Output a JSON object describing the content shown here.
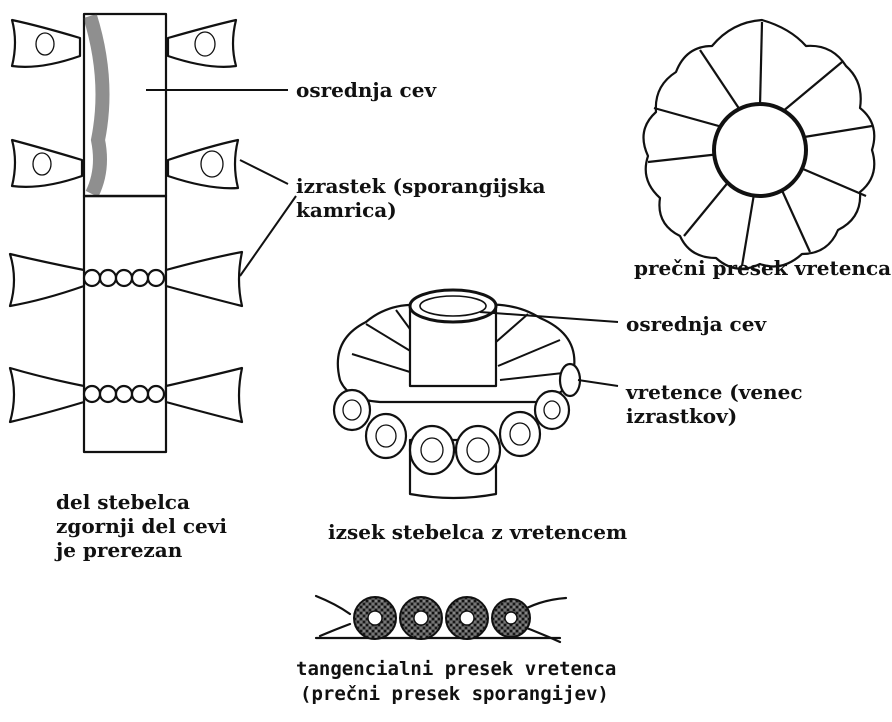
{
  "labels": {
    "osrednja_cev_1": "osrednja cev",
    "izrastek_line1": "izrastek (sporangijska",
    "izrastek_line2": "kamrica)",
    "precni_presek": "prečni presek vretenca",
    "osrednja_cev_2": "osrednja cev",
    "vretence_line1": "vretence (venec",
    "vretence_line2": "izrastkov)",
    "del_stebelca_line1": "del stebelca",
    "del_stebelca_line2": "zgornji del cevi",
    "del_stebelca_line3": "je prerezan",
    "izsek": "izsek stebelca z vretencem",
    "tangencialni_line1": "tangencialni presek vretenca",
    "tangencialni_line2": "(prečni presek sporangijev)"
  }
}
